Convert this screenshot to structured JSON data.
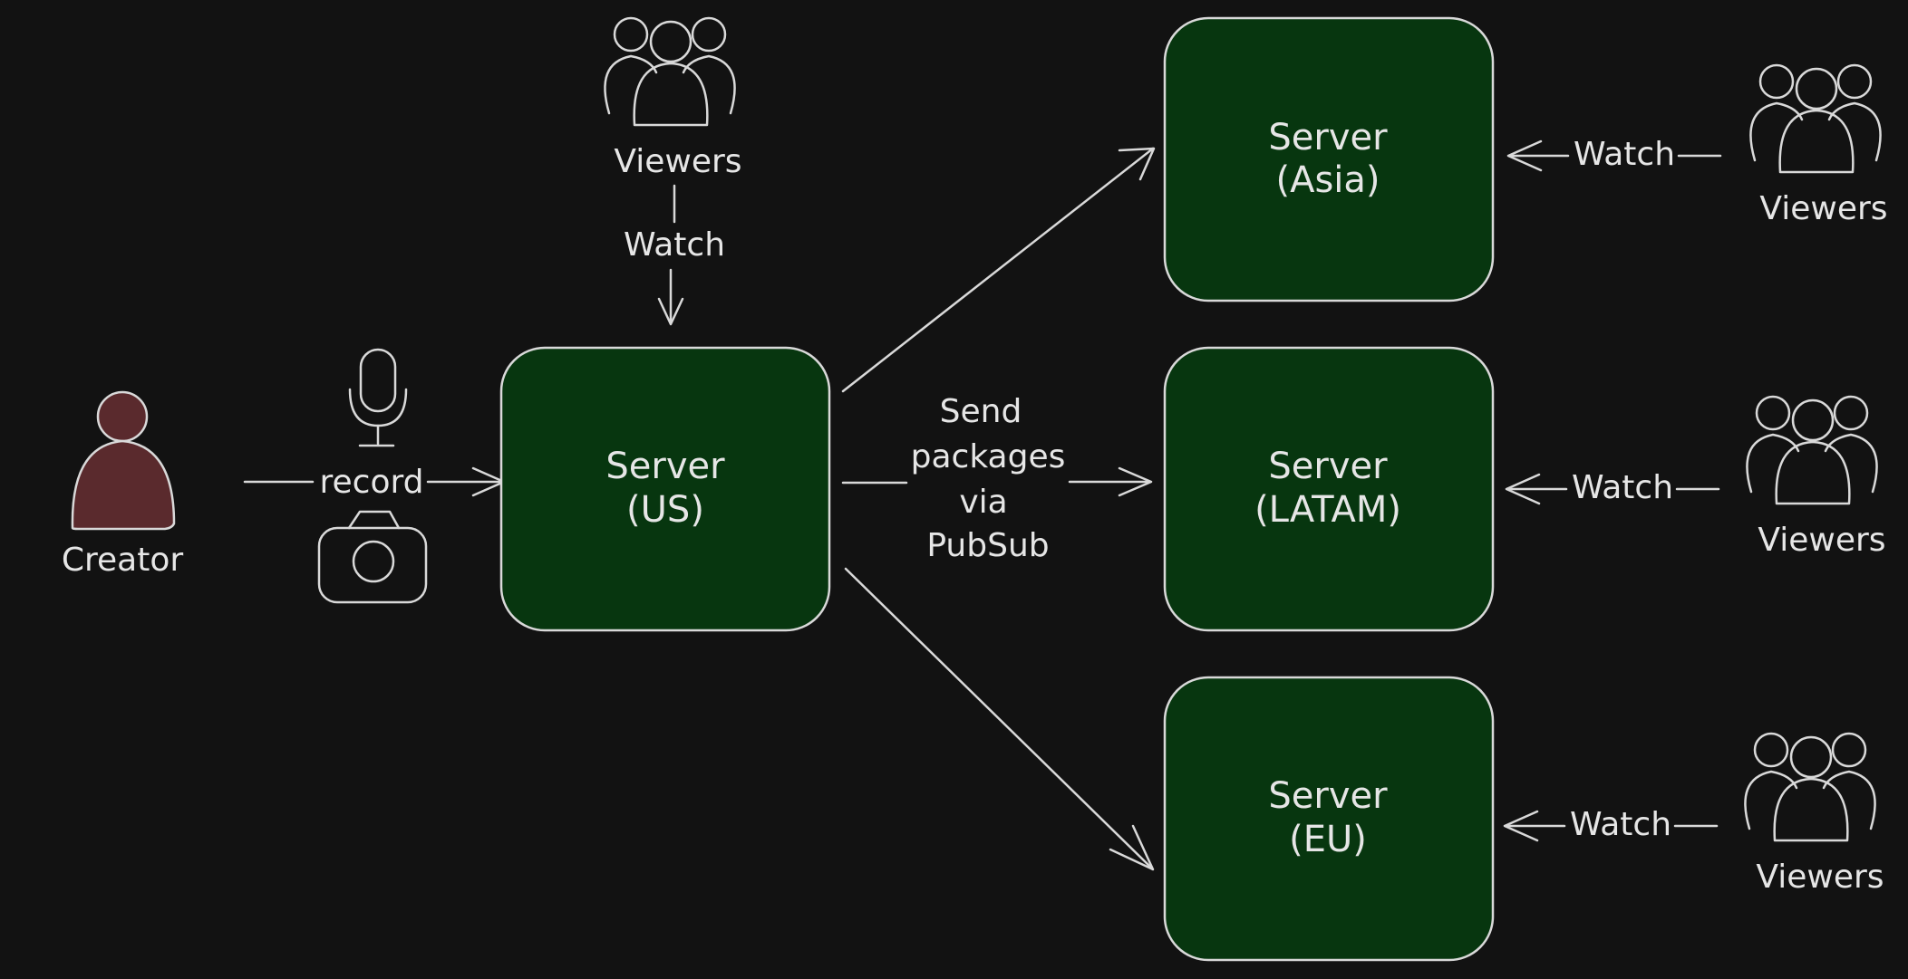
{
  "creator": {
    "label": "Creator"
  },
  "record_label": "record",
  "us_viewers": {
    "label": "Viewers",
    "watch_label": "Watch"
  },
  "servers": {
    "us": {
      "line1": "Server",
      "line2": "(US)"
    },
    "asia": {
      "line1": "Server",
      "line2": "(Asia)"
    },
    "latam": {
      "line1": "Server",
      "line2": "(LATAM)"
    },
    "eu": {
      "line1": "Server",
      "line2": "(EU)"
    }
  },
  "pubsub_label": {
    "line1": "Send",
    "line2": "packages",
    "line3": "via",
    "line4": "PubSub"
  },
  "regional_viewers": {
    "asia": {
      "label": "Viewers",
      "watch_label": "Watch"
    },
    "latam": {
      "label": "Viewers",
      "watch_label": "Watch"
    },
    "eu": {
      "label": "Viewers",
      "watch_label": "Watch"
    }
  },
  "colors": {
    "background": "#121212",
    "server_fill": "#07360f",
    "creator_fill": "#5a2a2d",
    "stroke": "#d9d9d9"
  },
  "icons": {
    "creator": "person-icon",
    "microphone": "microphone-icon",
    "camera": "camera-icon",
    "viewers": "people-group-icon"
  }
}
